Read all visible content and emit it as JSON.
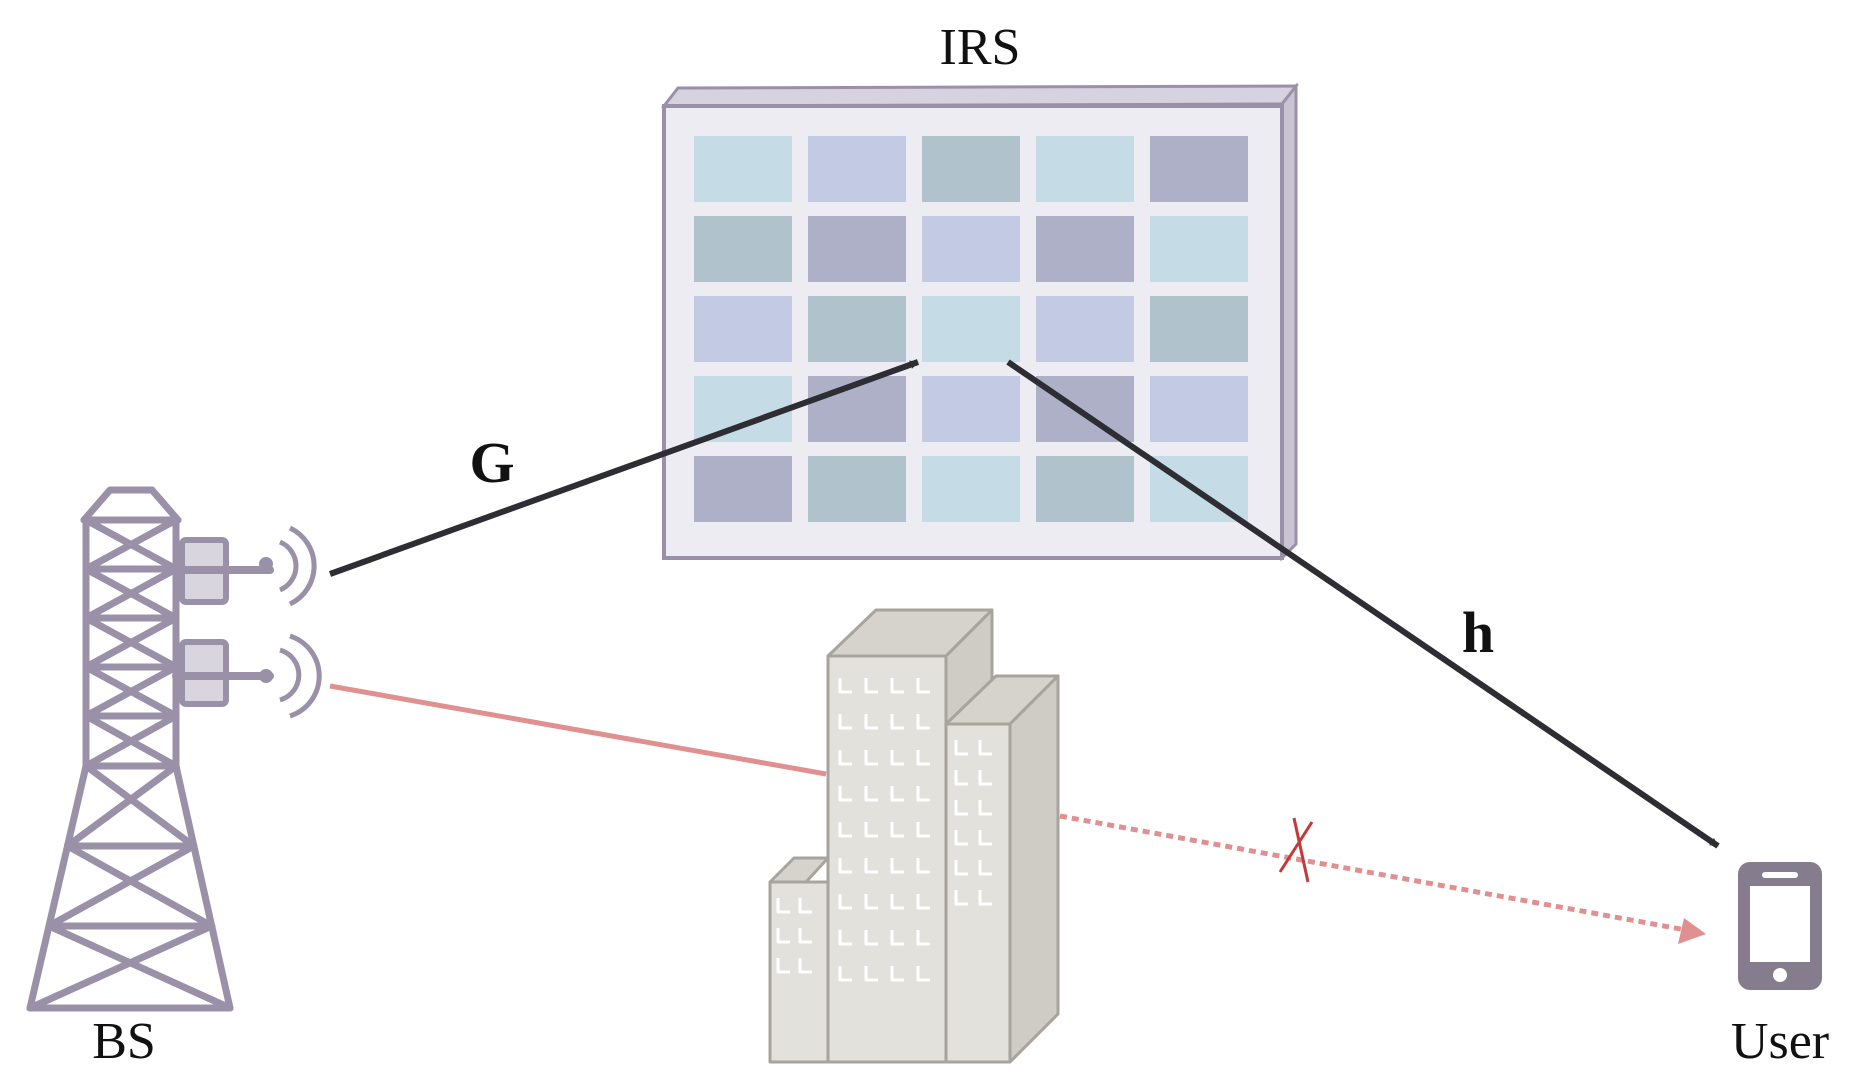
{
  "labels": {
    "irs": "IRS",
    "bs": "BS",
    "user": "User",
    "channel_g": "G",
    "channel_h": "h"
  },
  "colors": {
    "tower": "#9a90a8",
    "irs_frame": "#9a90a8",
    "irs_face": "#eeecf3",
    "irs_side": "#c9c3d3",
    "tile_light_blue": "#c5dbe6",
    "tile_lavender": "#c3cae4",
    "tile_gray_teal": "#b0c2cb",
    "tile_slate": "#aeb0c7",
    "building_fill": "#e3e1dc",
    "building_stroke": "#a7a49d",
    "arrow": "#2e2d33",
    "blocked_path": "#e09090",
    "blocked_cross": "#c33a3a",
    "phone": "#857c8e"
  },
  "irs_tiles": [
    [
      "tile_light_blue",
      "tile_lavender",
      "tile_gray_teal",
      "tile_light_blue",
      "tile_slate"
    ],
    [
      "tile_gray_teal",
      "tile_slate",
      "tile_lavender",
      "tile_slate",
      "tile_light_blue"
    ],
    [
      "tile_lavender",
      "tile_gray_teal",
      "tile_light_blue",
      "tile_lavender",
      "tile_gray_teal"
    ],
    [
      "tile_light_blue",
      "tile_slate",
      "tile_lavender",
      "tile_slate",
      "tile_lavender"
    ],
    [
      "tile_slate",
      "tile_gray_teal",
      "tile_light_blue",
      "tile_gray_teal",
      "tile_light_blue"
    ]
  ]
}
